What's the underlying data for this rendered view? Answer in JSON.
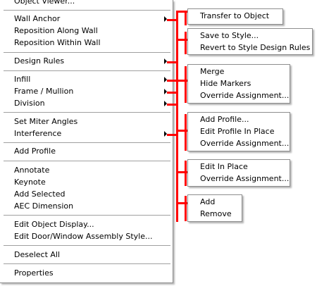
{
  "main_menu": {
    "items": [
      {
        "label": "Object Viewer..."
      },
      {
        "label": "Wall Anchor"
      },
      {
        "label": "Reposition Along Wall"
      },
      {
        "label": "Reposition Within Wall"
      },
      {
        "label": "Design Rules"
      },
      {
        "label": "Infill"
      },
      {
        "label": "Frame / Mullion"
      },
      {
        "label": "Division"
      },
      {
        "label": "Set Miter Angles"
      },
      {
        "label": "Interference"
      },
      {
        "label": "Add Profile"
      },
      {
        "label": "Annotate"
      },
      {
        "label": "Keynote"
      },
      {
        "label": "Add Selected"
      },
      {
        "label": "AEC Dimension"
      },
      {
        "label": "Edit Object Display..."
      },
      {
        "label": "Edit Door/Window Assembly Style..."
      },
      {
        "label": "Deselect All"
      },
      {
        "label": "Properties"
      }
    ]
  },
  "submenus": {
    "wall_anchor": [
      "Transfer to Object"
    ],
    "design_rules": [
      "Save to Style...",
      "Revert to Style Design Rules"
    ],
    "infill": [
      "Merge",
      "Hide Markers",
      "Override Assignment..."
    ],
    "frame_mullion": [
      "Add Profile...",
      "Edit Profile In Place",
      "Override Assignment..."
    ],
    "division": [
      "Edit In Place",
      "Override Assignment..."
    ],
    "interference": [
      "Add",
      "Remove"
    ]
  },
  "colors": {
    "highlight_connector": "#ff0000"
  }
}
